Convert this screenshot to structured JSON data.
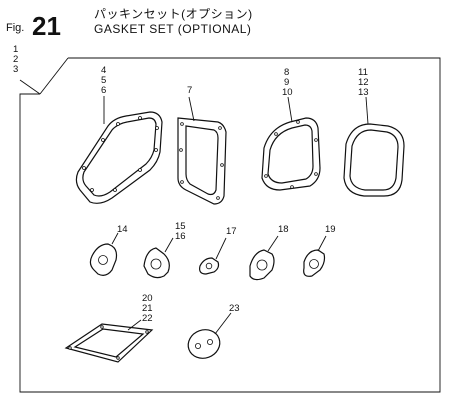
{
  "header": {
    "fig_prefix": "Fig.",
    "fig_number": "21",
    "title_jp": "パッキンセット(オプション)",
    "title_en": "GASKET SET (OPTIONAL)"
  },
  "labels": {
    "l1": "1",
    "l2": "2",
    "l3": "3",
    "l4": "4",
    "l5": "5",
    "l6": "6",
    "l7": "7",
    "l8": "8",
    "l9": "9",
    "l10": "10",
    "l11": "11",
    "l12": "12",
    "l13": "13",
    "l14": "14",
    "l15": "15",
    "l16": "16",
    "l17": "17",
    "l18": "18",
    "l19": "19",
    "l20": "20",
    "l21": "21",
    "l22": "22",
    "l23": "23"
  }
}
